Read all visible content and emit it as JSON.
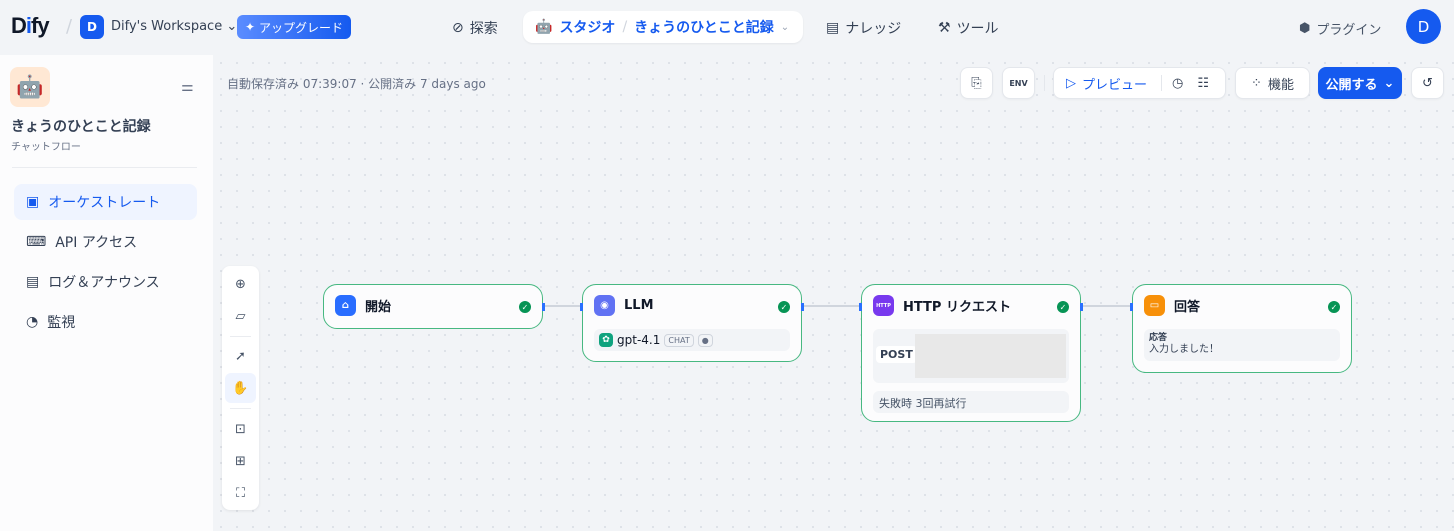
{
  "header": {
    "logo": "Dify",
    "workspace_initial": "D",
    "workspace_name": "Dify's Workspace",
    "upgrade_label": "アップグレード",
    "nav": {
      "explore": "探索",
      "studio": "スタジオ",
      "app_name": "きょうのひとこと記録",
      "knowledge": "ナレッジ",
      "tools": "ツール"
    },
    "plugins": "プラグイン",
    "avatar": "D"
  },
  "sidebar": {
    "app_name": "きょうのひとこと記録",
    "app_type": "チャットフロー",
    "items": [
      {
        "label": "オーケストレート"
      },
      {
        "label": "API アクセス"
      },
      {
        "label": "ログ＆アナウンス"
      },
      {
        "label": "監視"
      }
    ]
  },
  "canvas": {
    "status": "自動保存済み 07:39:07 · 公開済み 7 days ago",
    "env": "ENV",
    "preview": "プレビュー",
    "features": "機能",
    "publish": "公開する",
    "nodes": {
      "start": {
        "title": "開始"
      },
      "llm": {
        "title": "LLM",
        "model": "gpt-4.1",
        "mode": "CHAT"
      },
      "http": {
        "title": "HTTP リクエスト",
        "icon_text": "HTTP",
        "method": "POST",
        "retry": "失敗時 3回再試行"
      },
      "answer": {
        "title": "回答",
        "label": "応答",
        "text": "入力しました！"
      }
    }
  }
}
